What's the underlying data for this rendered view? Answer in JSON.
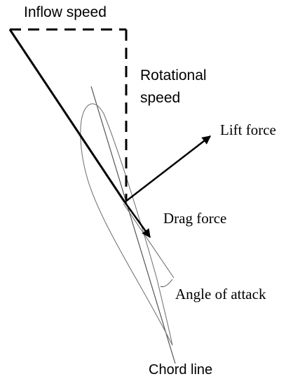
{
  "labels": {
    "inflow_speed": "Inflow speed",
    "rotational_speed_line1": "Rotational",
    "rotational_speed_line2": "speed",
    "lift_force": "Lift force",
    "drag_force": "Drag force",
    "angle_of_attack": "Angle of attack",
    "chord_line": "Chord line"
  },
  "colors": {
    "ink": "#000000",
    "thin_line": "#555555",
    "background": "#ffffff"
  }
}
